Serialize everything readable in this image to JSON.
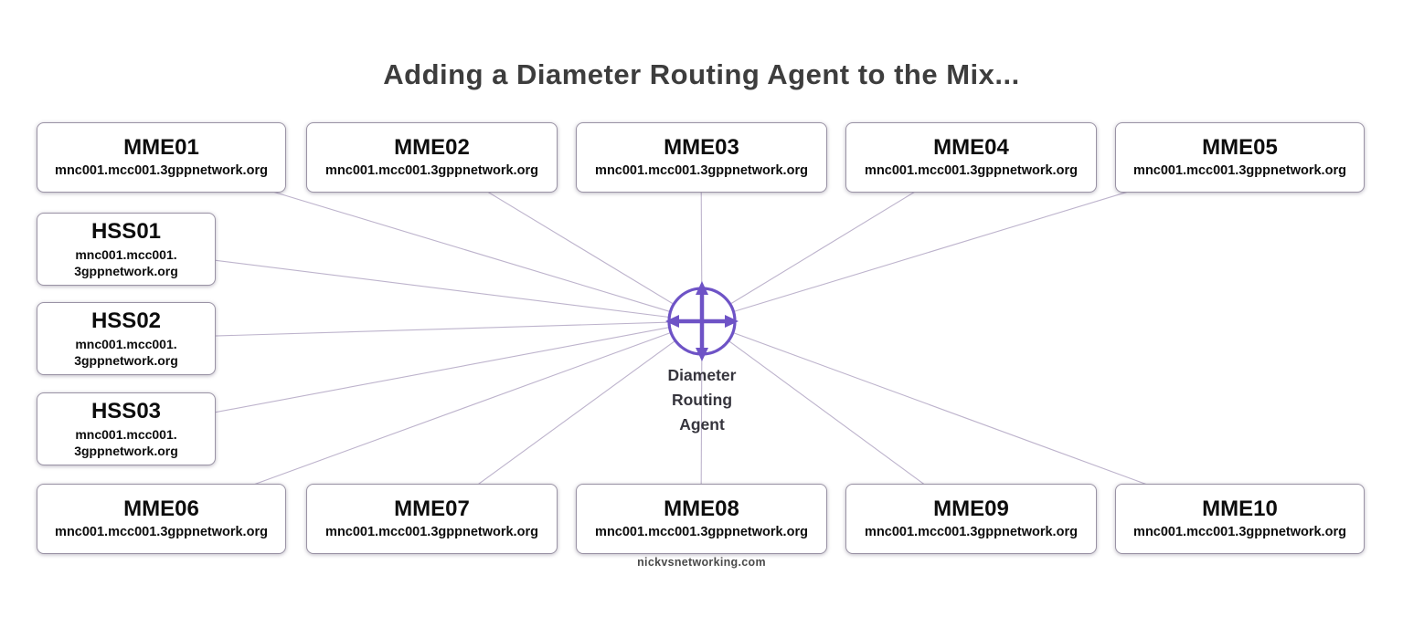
{
  "title": "Adding a Diameter Routing Agent to the Mix...",
  "center": {
    "icon": "diameter-routing-agent-icon",
    "label": "Diameter\nRouting\nAgent",
    "accent_color": "#6e53c6",
    "edge_color": "#b6abc7"
  },
  "nodes": {
    "top": [
      {
        "label": "MME01",
        "domain": "mnc001.mcc001.3gppnetwork.org"
      },
      {
        "label": "MME02",
        "domain": "mnc001.mcc001.3gppnetwork.org"
      },
      {
        "label": "MME03",
        "domain": "mnc001.mcc001.3gppnetwork.org"
      },
      {
        "label": "MME04",
        "domain": "mnc001.mcc001.3gppnetwork.org"
      },
      {
        "label": "MME05",
        "domain": "mnc001.mcc001.3gppnetwork.org"
      }
    ],
    "left": [
      {
        "label": "HSS01",
        "domain": "mnc001.mcc001.\n3gppnetwork.org"
      },
      {
        "label": "HSS02",
        "domain": "mnc001.mcc001.\n3gppnetwork.org"
      },
      {
        "label": "HSS03",
        "domain": "mnc001.mcc001.\n3gppnetwork.org"
      }
    ],
    "bottom": [
      {
        "label": "MME06",
        "domain": "mnc001.mcc001.3gppnetwork.org"
      },
      {
        "label": "MME07",
        "domain": "mnc001.mcc001.3gppnetwork.org"
      },
      {
        "label": "MME08",
        "domain": "mnc001.mcc001.3gppnetwork.org"
      },
      {
        "label": "MME09",
        "domain": "mnc001.mcc001.3gppnetwork.org"
      },
      {
        "label": "MME10",
        "domain": "mnc001.mcc001.3gppnetwork.org"
      }
    ]
  },
  "watermark": "nickvsnetworking.com"
}
